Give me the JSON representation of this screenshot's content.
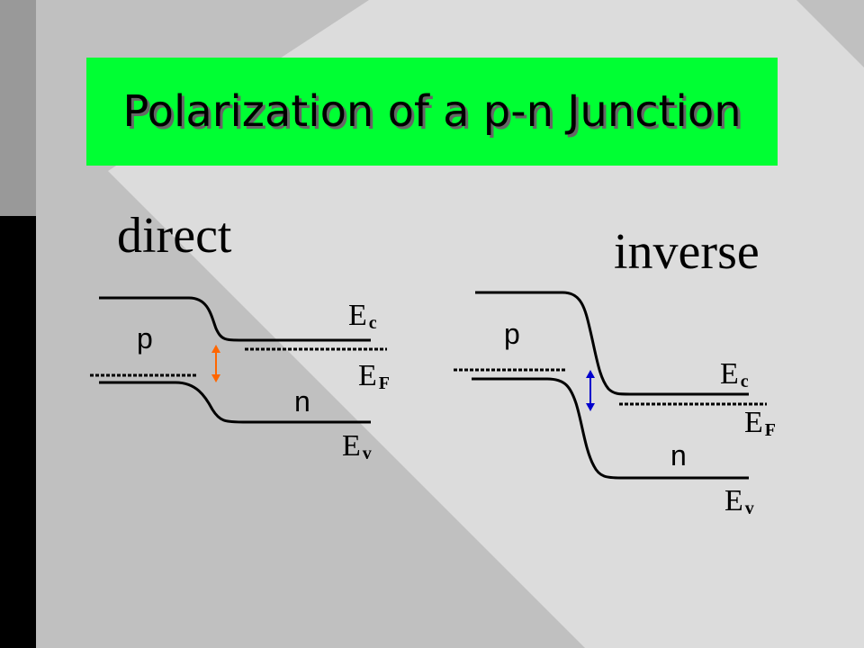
{
  "title": "Polarization of a p-n Junction",
  "colors": {
    "title_bg": "#00ff33",
    "arrow_direct": "#ff6600",
    "arrow_inverse": "#0000cc",
    "left_bar": "#000000",
    "left_bar_top": "#999999"
  },
  "direct": {
    "heading": "direct",
    "region_p": "p",
    "region_n": "n",
    "ec": {
      "main": "E",
      "sub": "c"
    },
    "ef": {
      "main": "E",
      "sub": "F"
    },
    "ev": {
      "main": "E",
      "sub": "v"
    }
  },
  "inverse": {
    "heading": "inverse",
    "region_p": "p",
    "region_n": "n",
    "ec": {
      "main": "E",
      "sub": "c"
    },
    "ef": {
      "main": "E",
      "sub": "F"
    },
    "ev": {
      "main": "E",
      "sub": "v"
    }
  }
}
